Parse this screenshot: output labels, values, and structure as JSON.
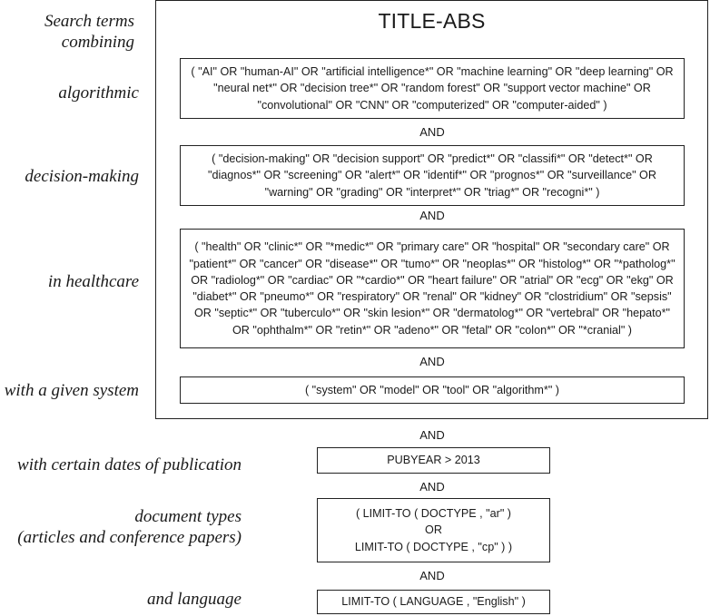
{
  "title": "TITLE-ABS",
  "labels": {
    "search_terms": "Search terms combining",
    "algorithmic": "algorithmic",
    "decision_making": "decision-making",
    "healthcare": "in healthcare",
    "system": "with a given system",
    "dates": "with certain dates of publication",
    "doc_types_line1": "document types",
    "doc_types_line2": "(articles and conference papers)",
    "language": "and language"
  },
  "boxes": {
    "algorithmic": "( \"AI\" OR \"human-AI\" OR \"artificial intelligence*\" OR \"machine learning\" OR \"deep learning\" OR \"neural net*\" OR \"decision tree*\" OR \"random forest\" OR \"support vector machine\" OR \"convolutional\" OR \"CNN\" OR \"computerized\" OR \"computer-aided\" )",
    "decision_making": "( \"decision-making\" OR \"decision support\" OR \"predict*\" OR \"classifi*\" OR \"detect*\" OR \"diagnos*\" OR \"screening\" OR \"alert*\" OR \"identif*\" OR \"prognos*\" OR \"surveillance\" OR \"warning\" OR \"grading\" OR \"interpret*\" OR \"triag*\" OR \"recogni*\" )",
    "healthcare": "( \"health\" OR \"clinic*\" OR \"*medic*\" OR \"primary care\" OR \"hospital\" OR \"secondary care\" OR \"patient*\" OR \"cancer\" OR \"disease*\" OR \"tumo*\" OR \"neoplas*\" OR \"histolog*\" OR \"*patholog*\" OR \"radiolog*\" OR \"cardiac\" OR \"*cardio*\" OR \"heart failure\" OR \"atrial\" OR \"ecg\" OR \"ekg\" OR \"diabet*\" OR \"pneumo*\" OR \"respiratory\" OR \"renal\" OR \"kidney\" OR \"clostridium\" OR \"sepsis\" OR \"septic*\" OR \"tuberculo*\" OR \"skin lesion*\" OR \"dermatolog*\" OR \"vertebral\" OR \"hepato*\" OR \"ophthalm*\" OR \"retin*\" OR \"adeno*\" OR \"fetal\" OR \"colon*\" OR \"*cranial\" )",
    "system": "( \"system\" OR \"model\" OR \"tool\" OR \"algorithm*\" )",
    "dates": "PUBYEAR > 2013",
    "doc_types_line1": "( LIMIT-TO ( DOCTYPE , \"ar\" )",
    "doc_types_or": "OR",
    "doc_types_line2": "LIMIT-TO ( DOCTYPE , \"cp\" ) )",
    "language": "LIMIT-TO ( LANGUAGE , \"English\" )"
  },
  "connectors": {
    "and": "AND"
  }
}
